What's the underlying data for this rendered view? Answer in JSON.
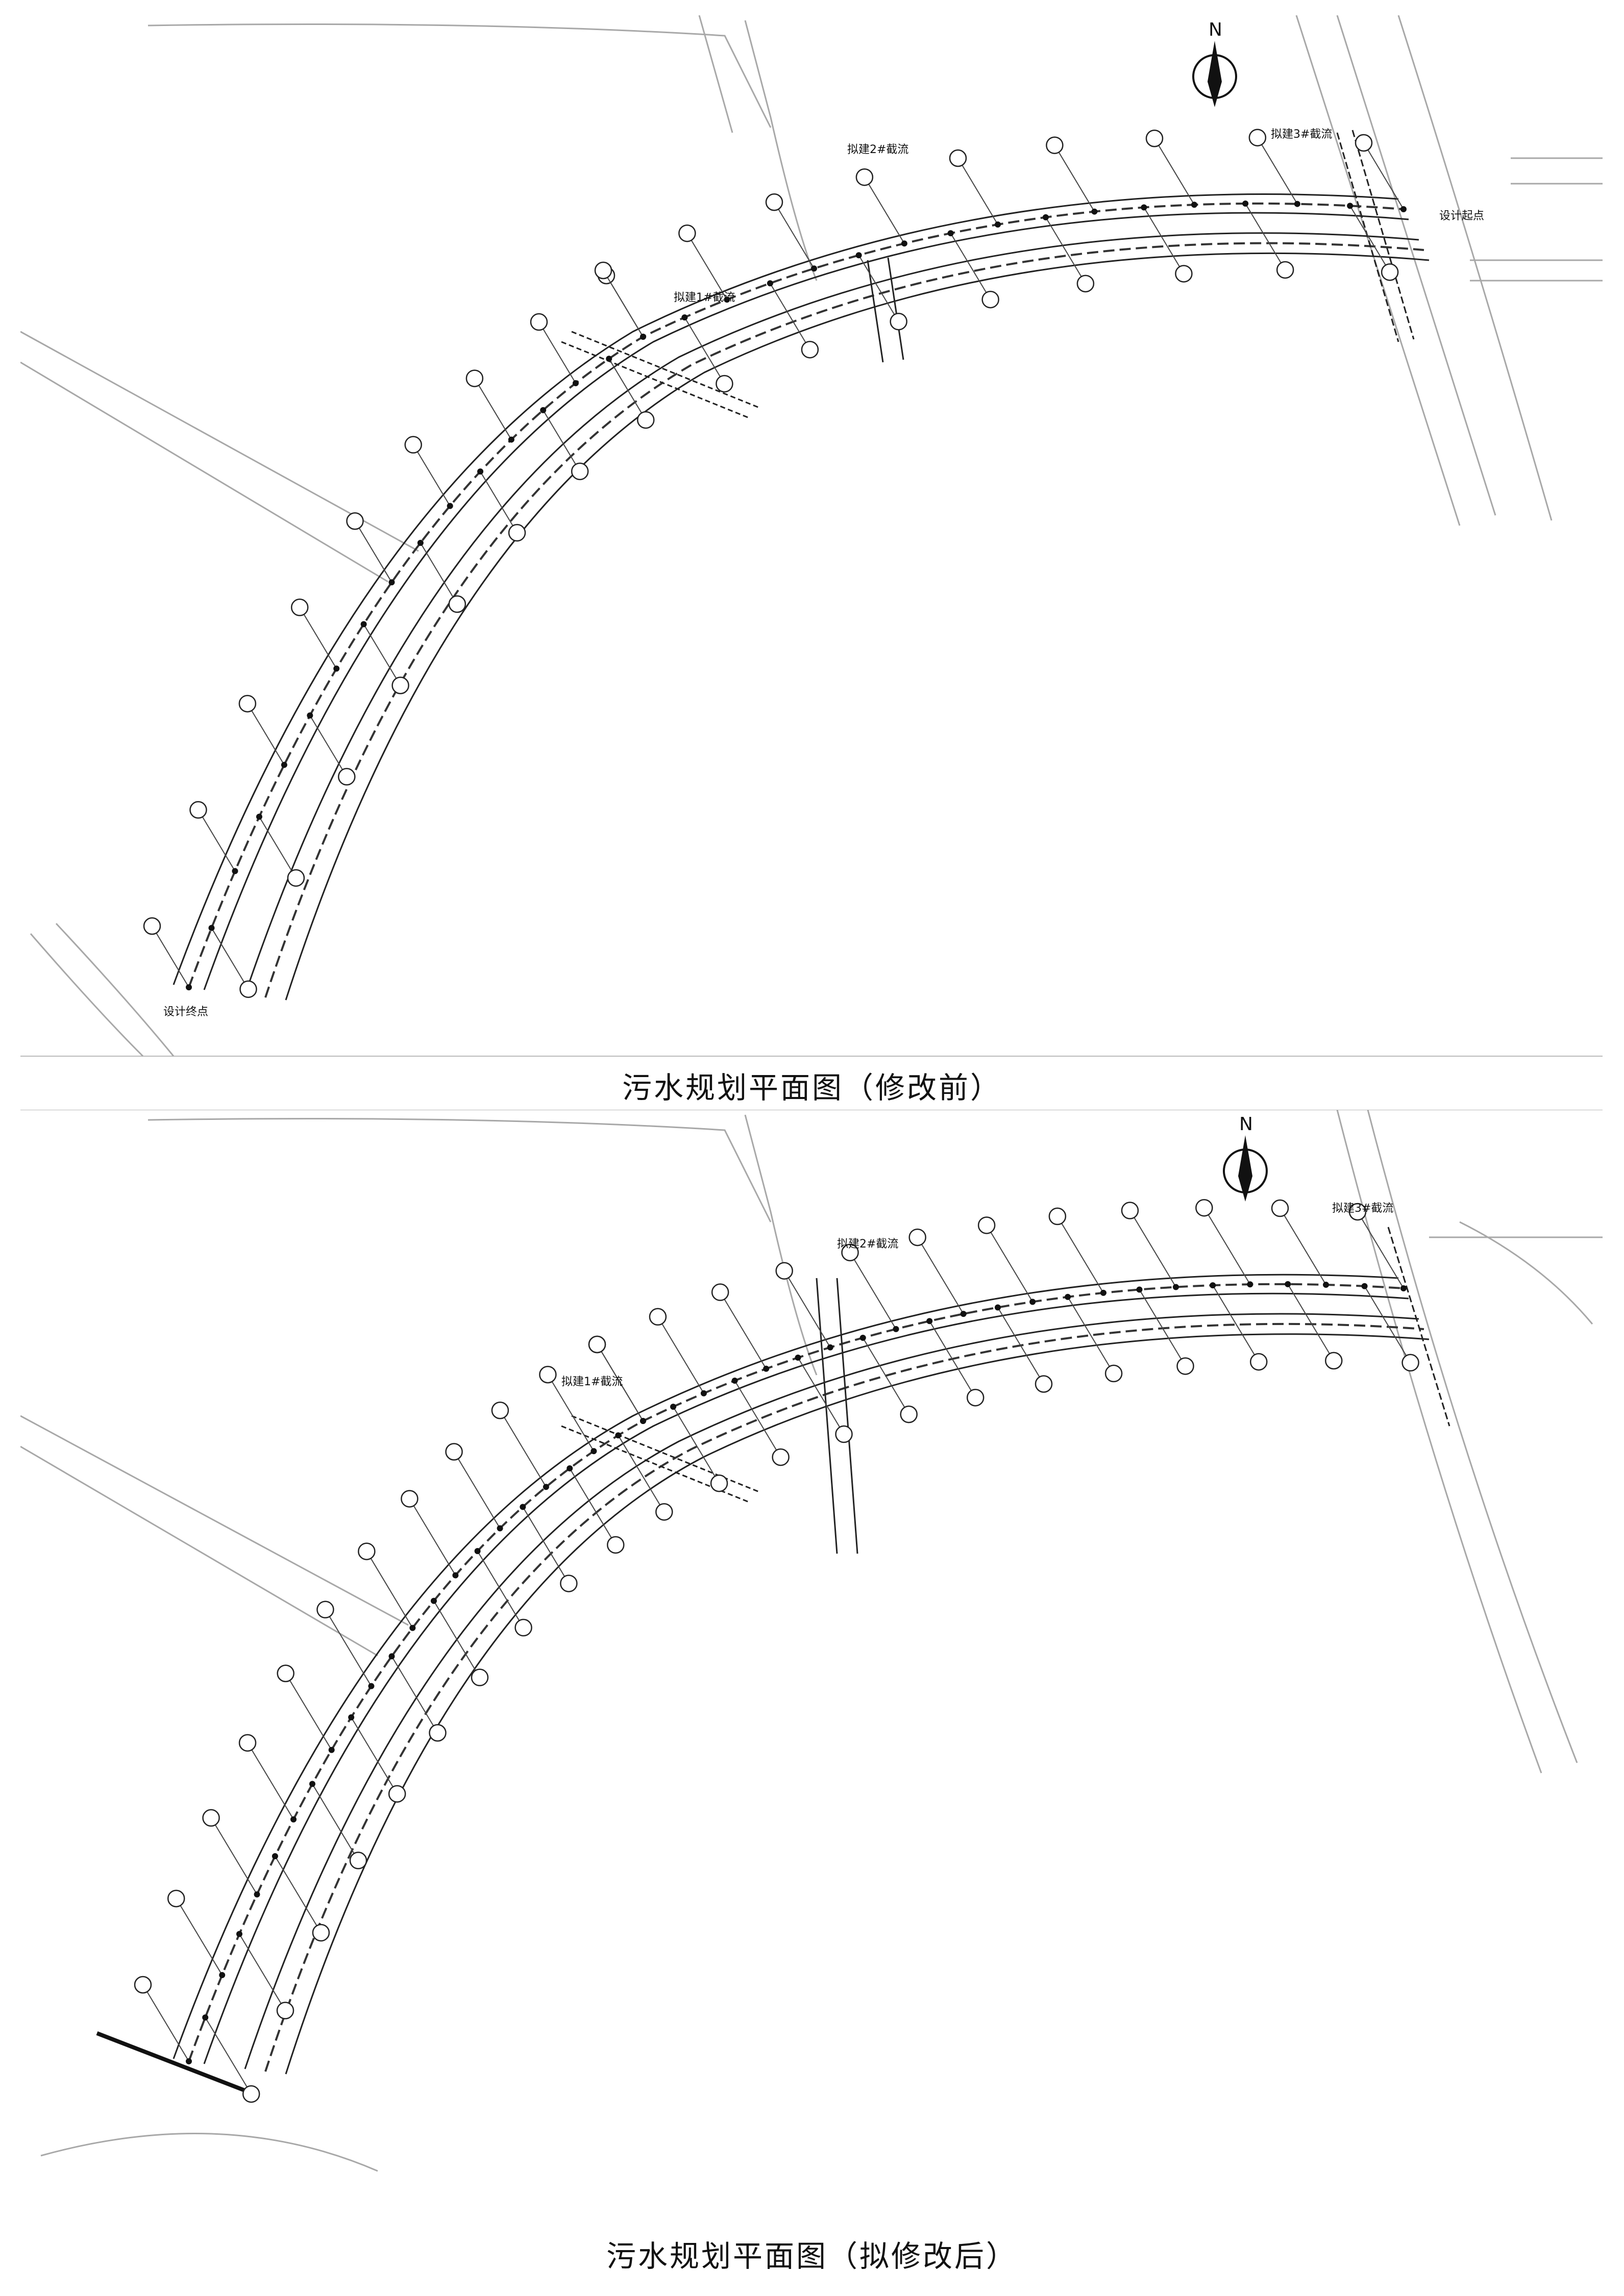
{
  "captions": {
    "top": "污水规划平面图（修改前）",
    "bottom": "污水规划平面图（拟修改后）"
  },
  "north_label": "N",
  "annotations": {
    "new_river_top": "拟建2#截流",
    "new_river_bottom": "拟建3#截流",
    "new_river_left": "拟建1#截流",
    "design_start": "设计起点",
    "design_end": "设计终点"
  },
  "colors": {
    "line": "#222222",
    "light_line": "#9a9a9a",
    "dash": "#333333"
  },
  "icons": [
    "north-arrow-icon",
    "manhole-icon"
  ]
}
